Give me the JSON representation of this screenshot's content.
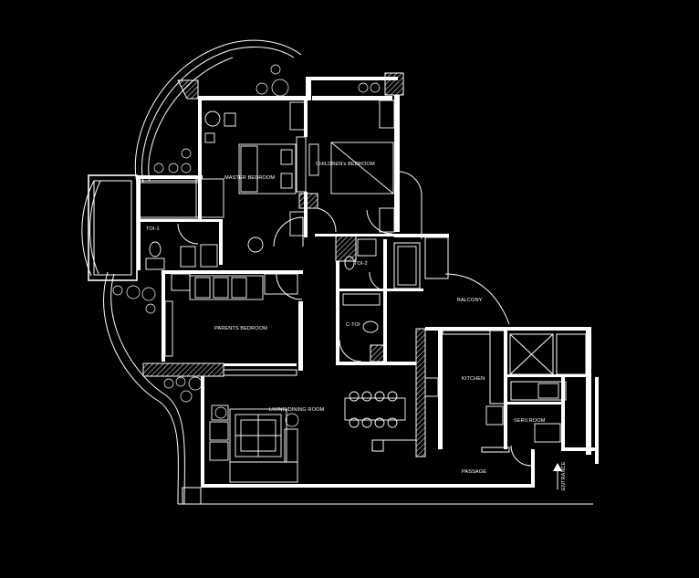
{
  "rooms": {
    "master_bedroom": "MASTER BEDROOM",
    "childrens_bedroom": "CHILDREN's BEDROOM",
    "toi_1": "TOI-1",
    "toi_2": "TOI-2",
    "c_toi": "C-TOI",
    "parents_bedroom": "PARENTS BEDROOM",
    "living_dining": "LIVING/DINING ROOM",
    "kitchen": "KITCHEN",
    "serv_room": "SERV.ROOM",
    "balcony": "BALCONY",
    "passage": "PASSAGE",
    "entrance": "ENTRANCE"
  },
  "colors": {
    "background": "#000000",
    "linework": "#ffffff"
  }
}
